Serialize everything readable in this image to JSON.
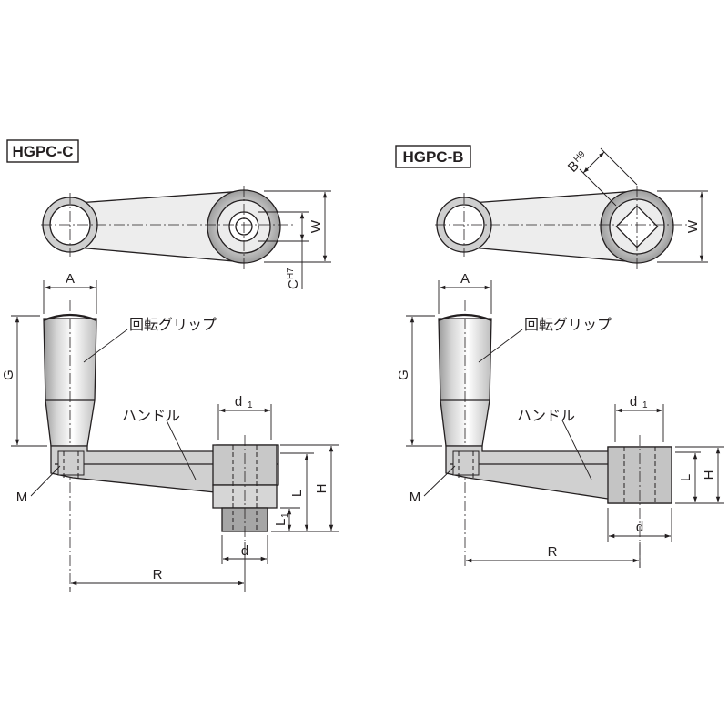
{
  "colors": {
    "line": "#231f20",
    "light_fill": "#ededed",
    "mid_fill": "#cfcfcf",
    "dark_fill": "#a8a8a8",
    "background": "#ffffff"
  },
  "views": [
    {
      "id": "hgpc-c",
      "title": "HGPC-C",
      "dimensions": {
        "A": "A",
        "G": "G",
        "W": "W",
        "C": "C",
        "C_tol": "H7",
        "d1": "d",
        "d1_sub": "1",
        "d": "d",
        "L": "L",
        "L1": "L",
        "L1_sub": "1",
        "H": "H",
        "R": "R",
        "M": "M"
      },
      "labels": {
        "grip": "回転グリップ",
        "handle": "ハンドル"
      }
    },
    {
      "id": "hgpc-b",
      "title": "HGPC-B",
      "dimensions": {
        "A": "A",
        "G": "G",
        "W": "W",
        "B": "B",
        "B_tol": "H9",
        "d1": "d",
        "d1_sub": "1",
        "d": "d",
        "L": "L",
        "H": "H",
        "R": "R",
        "M": "M"
      },
      "labels": {
        "grip": "回転グリップ",
        "handle": "ハンドル"
      }
    }
  ]
}
